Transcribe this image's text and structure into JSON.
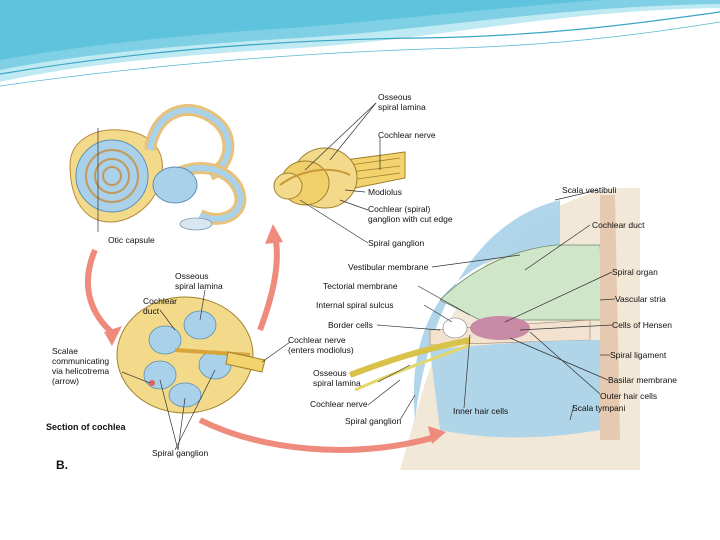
{
  "figure_letter": "B.",
  "labels": {
    "osseous_spiral_lamina_top": "Osseous\nspiral lamina",
    "cochlear_nerve_top": "Cochlear nerve",
    "modiolus": "Modiolus",
    "cochlear_spiral_ganglion": "Cochlear (spiral)\nganglion with cut edge",
    "spiral_ganglion_top": "Spiral ganglion",
    "otic_capsule": "Otic capsule",
    "osseous_spiral_lamina_mid": "Osseous\nspiral lamina",
    "cochlear_duct_left": "Cochlear\nduct",
    "scalae_communicating": "Scalae\ncommunicating\nvia helicotrema\n(arrow)",
    "section_of_cochlea": "Section of cochlea",
    "spiral_ganglion_bottom": "Spiral ganglion",
    "cochlear_nerve_enters": "Cochlear nerve\n(enters modiolus)",
    "scala_vestibuli": "Scala vestibuli",
    "cochlear_duct_right": "Cochlear duct",
    "vestibular_membrane": "Vestibular membrane",
    "tectorial_membrane": "Tectorial membrane",
    "internal_spiral_sulcus": "Internal spiral sulcus",
    "border_cells": "Border cells",
    "spiral_organ": "Spiral organ",
    "vascular_stria": "Vascular stria",
    "cells_of_hensen": "Cells of Hensen",
    "spiral_ligament": "Spiral ligament",
    "basilar_membrane": "Basilar membrane",
    "outer_hair_cells": "Outer hair cells",
    "scala_tympani": "Scala tympani",
    "inner_hair_cells": "Inner hair cells",
    "spiral_ganglion_right": "Spiral ganglion",
    "cochlear_nerve_right": "Cochlear nerve",
    "osseous_spiral_lamina_right": "Osseous\nspiral lamina"
  },
  "colors": {
    "header_teal": "#5ec3dc",
    "arrow_salmon": "#ef8b7c",
    "bone_yellow": "#f3d98a",
    "fluid_blue": "#a9d2ea",
    "duct_green": "#cfe6c8",
    "organ_pink": "#c98aa6"
  }
}
